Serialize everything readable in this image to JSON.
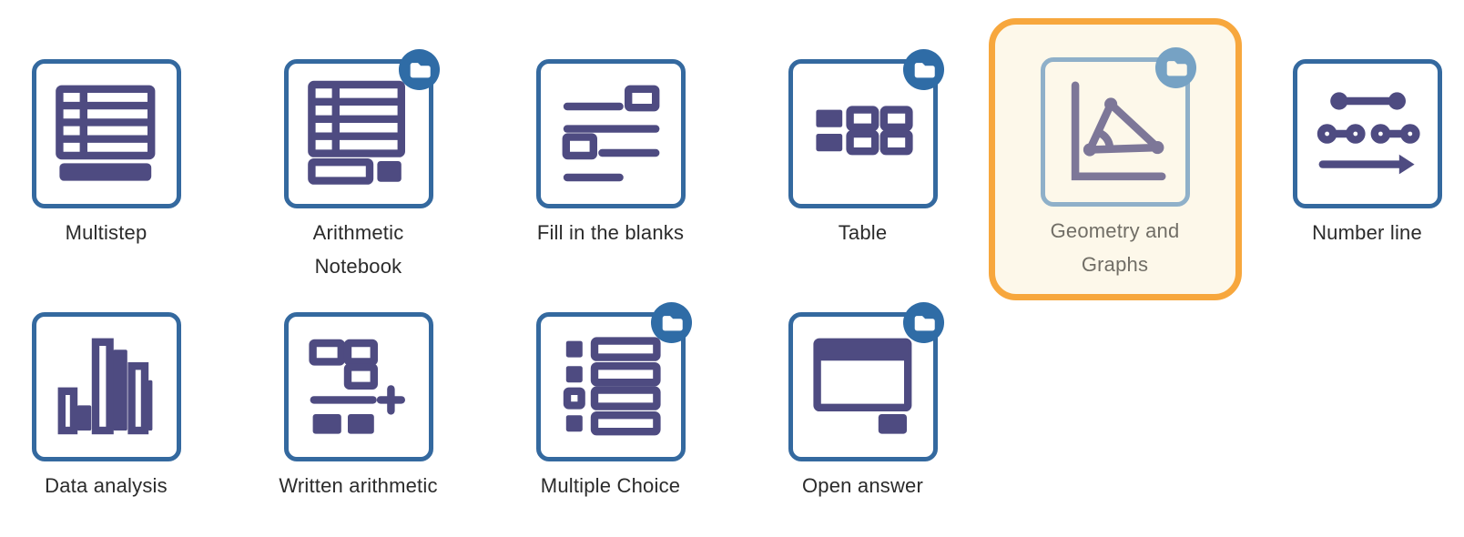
{
  "screen": "question-type-picker",
  "colors": {
    "tile_border": "#34699f",
    "icon_purple": "#4e4b81",
    "folder_badge_blue": "#2f6ca6",
    "selected_border_orange": "#f7a73d",
    "selected_background_cream": "#fdf8ea",
    "selected_tile_border": "#8fb0c9",
    "selected_icon_purple": "#7d7798",
    "selected_badge_blue": "#76a2c4",
    "label_text": "#2b2b2b",
    "selected_label_text": "#716e66"
  },
  "tiles": [
    {
      "name": "multistep",
      "label": "Multistep",
      "icon": "multistep-table-icon",
      "has_folder_badge": false,
      "selected": false,
      "row": 1
    },
    {
      "name": "arithmetic-notebook",
      "label": "Arithmetic\nNotebook",
      "icon": "arithmetic-notebook-icon",
      "has_folder_badge": true,
      "selected": false,
      "row": 1
    },
    {
      "name": "fill-in-the-blanks",
      "label": "Fill in the blanks",
      "icon": "fill-in-the-blanks-icon",
      "has_folder_badge": false,
      "selected": false,
      "row": 1
    },
    {
      "name": "table",
      "label": "Table",
      "icon": "table-grid-icon",
      "has_folder_badge": true,
      "selected": false,
      "row": 1
    },
    {
      "name": "geometry-and-graphs",
      "label": "Geometry and\nGraphs",
      "icon": "geometry-graphs-icon",
      "has_folder_badge": true,
      "selected": true,
      "row": 1
    },
    {
      "name": "number-line",
      "label": "Number line",
      "icon": "number-line-icon",
      "has_folder_badge": false,
      "selected": false,
      "row": 1
    },
    {
      "name": "data-analysis",
      "label": "Data analysis",
      "icon": "bar-chart-icon",
      "has_folder_badge": false,
      "selected": false,
      "row": 2
    },
    {
      "name": "written-arithmetic",
      "label": "Written arithmetic",
      "icon": "written-arithmetic-icon",
      "has_folder_badge": false,
      "selected": false,
      "row": 2
    },
    {
      "name": "multiple-choice",
      "label": "Multiple Choice",
      "icon": "multiple-choice-icon",
      "has_folder_badge": true,
      "selected": false,
      "row": 2
    },
    {
      "name": "open-answer",
      "label": "Open answer",
      "icon": "open-answer-icon",
      "has_folder_badge": true,
      "selected": false,
      "row": 2
    }
  ]
}
